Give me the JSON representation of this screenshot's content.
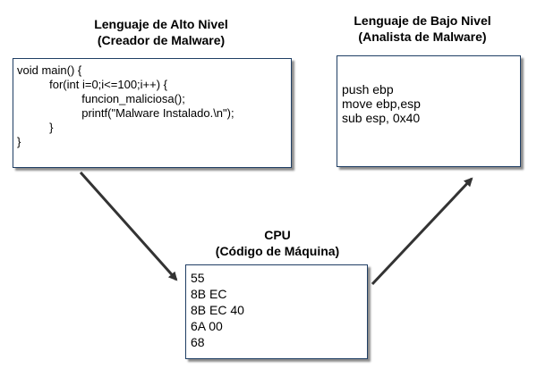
{
  "high_level": {
    "title": "Lenguaje de Alto Nivel",
    "subtitle": "(Creador de Malware)",
    "code_lines": [
      "void main() {",
      "          for(int i=0;i<=100;i++) {",
      "                    funcion_maliciosa();",
      "                    printf(\"Malware Instalado.\\n\");",
      "          }",
      "}"
    ]
  },
  "low_level": {
    "title": "Lenguaje de Bajo Nivel",
    "subtitle": "(Analista de Malware)",
    "code_lines": [
      "push ebp",
      "move ebp,esp",
      "sub esp, 0x40"
    ]
  },
  "cpu": {
    "title": "CPU",
    "subtitle": "(Código de Máquina)",
    "code_lines": [
      "55",
      "8B EC",
      "8B EC 40",
      "6A 00",
      "68"
    ]
  },
  "colors": {
    "box_border": "#1f3e64",
    "arrow": "#333333"
  }
}
